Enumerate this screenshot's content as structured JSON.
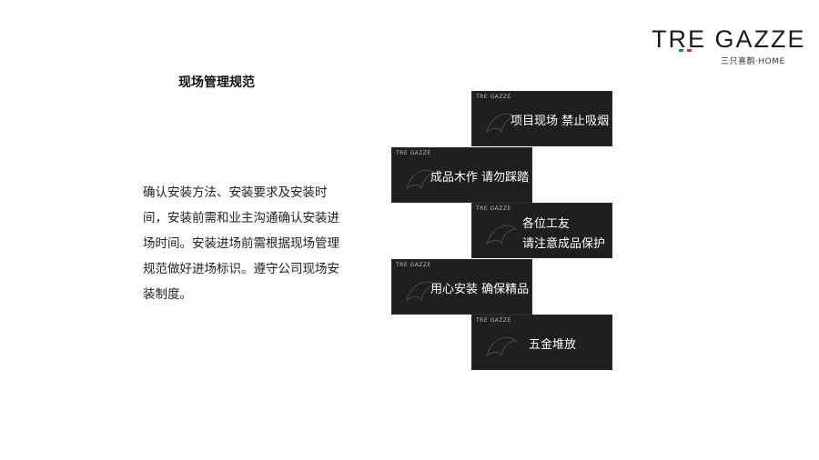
{
  "logo": {
    "main": "TRE GAZZE",
    "sub": "三只喜鹊·HOME",
    "stripe_colors": [
      "#2e8b3e",
      "#ffffff",
      "#d6322f"
    ]
  },
  "heading": "现场管理规范",
  "paragraph": "确认安装方法、安装要求及安装时间，安装前需和业主沟通确认安装进场时间。安装进场前需根据现场管理规范做好进场标识。遵守公司现场安装制度。",
  "cards": [
    {
      "mark": "TRE GAZZE",
      "line1": "项目现场 禁止吸烟",
      "line2": ""
    },
    {
      "mark": "TRE GAZZE",
      "line1": "成品木作 请勿踩踏",
      "line2": ""
    },
    {
      "mark": "TRE GAZZE",
      "line1": "各位工友",
      "line2": "请注意成品保护"
    },
    {
      "mark": "TRE GAZZE",
      "line1": "用心安装 确保精品",
      "line2": ""
    },
    {
      "mark": "TRE GAZZE",
      "line1": "五金堆放",
      "line2": ""
    }
  ],
  "colors": {
    "card_bg": "#1f1f1f",
    "card_text": "#ffffff"
  }
}
